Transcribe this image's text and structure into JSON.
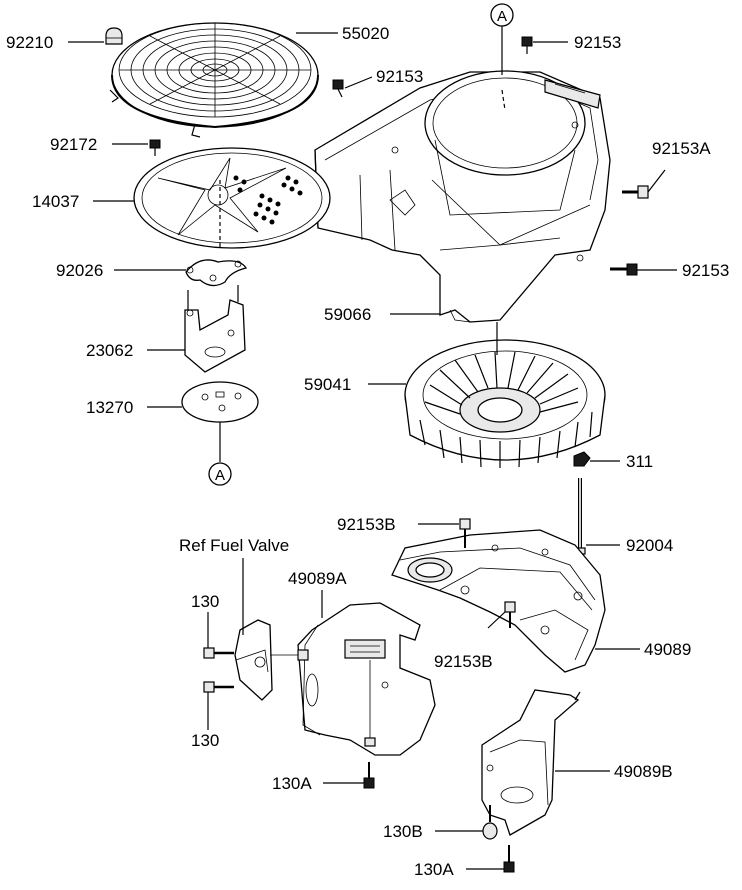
{
  "diagram": {
    "callouts": {
      "c92210": "92210",
      "c55020": "55020",
      "c92153_top": "92153",
      "c92153_mid": "92153",
      "c92172": "92172",
      "c92153A": "92153A",
      "c14037": "14037",
      "c92026": "92026",
      "c92153_right": "92153",
      "c59066": "59066",
      "c23062": "23062",
      "c59041": "59041",
      "c13270": "13270",
      "c311": "311",
      "c92153B_top": "92153B",
      "c92004": "92004",
      "ref_fuel_valve": "Ref Fuel Valve",
      "c49089A": "49089A",
      "c130_top": "130",
      "c92153B_low": "92153B",
      "c49089": "49089",
      "c130_bottom": "130",
      "c49089B": "49089B",
      "c130A_left": "130A",
      "c130B": "130B",
      "c130A_bottom": "130A"
    },
    "markers": {
      "top": "A",
      "left": "A"
    }
  }
}
